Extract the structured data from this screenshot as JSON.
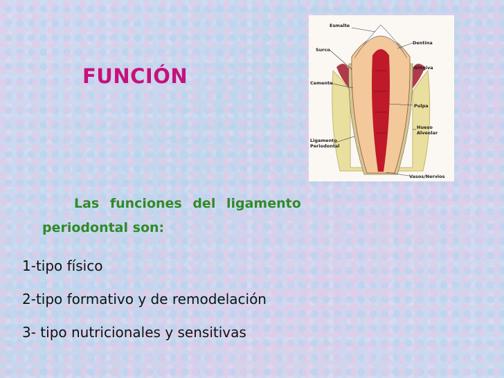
{
  "slide": {
    "title": "FUNCIÓN",
    "intro_line1": "Las funciones del ligamento",
    "intro_line2": "periodontal son:",
    "items": [
      "1-tipo físico",
      "2-tipo formativo y de remodelación",
      "3- tipo nutricionales y sensitivas"
    ]
  },
  "figure": {
    "labels": {
      "esmalte": "Esmalte",
      "dentina": "Dentina",
      "surco": "Surco",
      "gingiva": "Gingiva",
      "cemento": "Cemento",
      "pulpa": "Pulpa",
      "hueso": "Hueso",
      "alveolar": "Alveolar",
      "ligamento": "Ligamento",
      "periodontal": "Periodontal",
      "vasos": "Vasos/Nervios"
    }
  },
  "colors": {
    "title": "#c4127d",
    "intro": "#2e8b2a",
    "body_text": "#111111"
  }
}
